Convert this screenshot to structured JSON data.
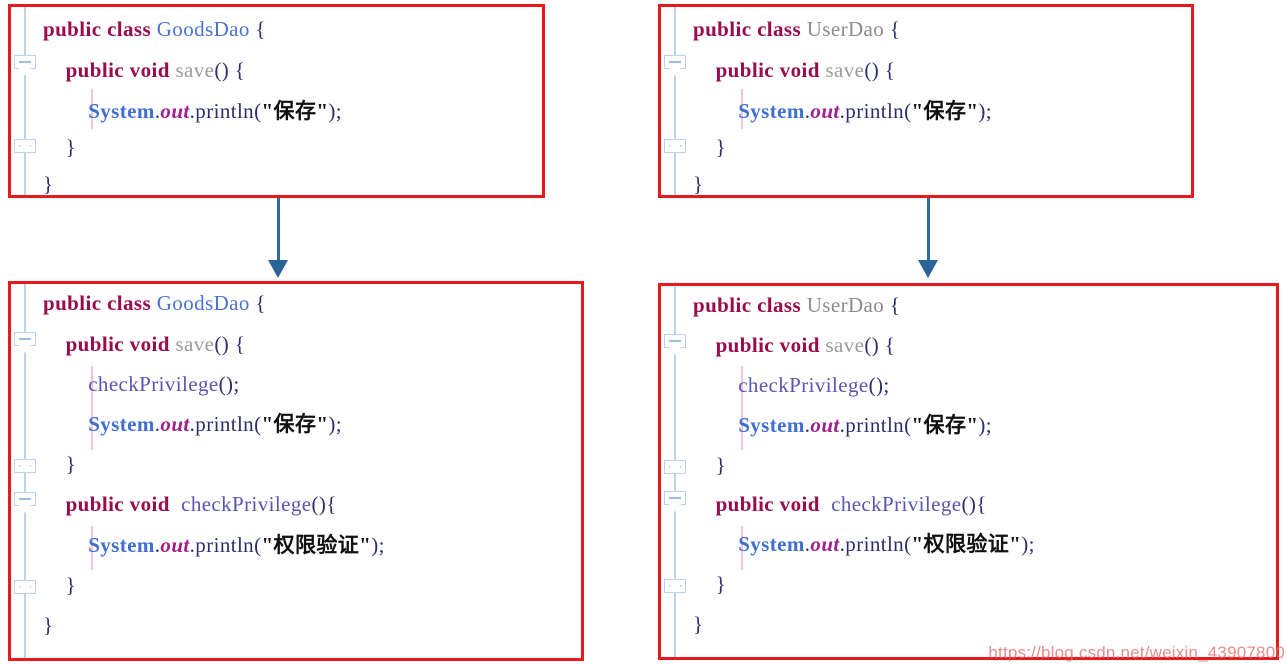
{
  "diagram": {
    "title": "Java AOP proxy refactor illustration",
    "accent_border_color": "#e8191b",
    "arrow_color": "#2a6496",
    "gutter_color": "#b9d4ea",
    "indent_guide_color": "#eec7de"
  },
  "watermark": {
    "text": "https://blog.csdn.net/weixin_43907800"
  },
  "panels": [
    {
      "id": "top-left",
      "name": "goods-dao-before",
      "class_name": "GoodsDao",
      "lines": [
        {
          "tokens": [
            {
              "t": "public class ",
              "c": "kw"
            },
            {
              "t": "GoodsDao",
              "c": "cls-b"
            },
            {
              "t": " {",
              "c": "brace"
            }
          ]
        },
        {
          "tokens": [
            {
              "t": "    public void ",
              "c": "kw"
            },
            {
              "t": "save",
              "c": "mth-g"
            },
            {
              "t": "() {",
              "c": "brace"
            }
          ]
        },
        {
          "tokens": [
            {
              "t": "        ",
              "c": "plain"
            },
            {
              "t": "System",
              "c": "sys"
            },
            {
              "t": ".",
              "c": "plain"
            },
            {
              "t": "out",
              "c": "fld"
            },
            {
              "t": ".println(",
              "c": "plain"
            },
            {
              "t": "\"保存\"",
              "c": "str"
            },
            {
              "t": ");",
              "c": "semi"
            }
          ]
        },
        {
          "tokens": [
            {
              "t": "    }",
              "c": "brace"
            }
          ]
        },
        {
          "tokens": [
            {
              "t": "}",
              "c": "brace"
            }
          ]
        }
      ]
    },
    {
      "id": "top-right",
      "name": "user-dao-before",
      "class_name": "UserDao",
      "lines": [
        {
          "tokens": [
            {
              "t": "public class ",
              "c": "kw"
            },
            {
              "t": "UserDao",
              "c": "cls-g"
            },
            {
              "t": " {",
              "c": "brace"
            }
          ]
        },
        {
          "tokens": [
            {
              "t": "    public void ",
              "c": "kw"
            },
            {
              "t": "save",
              "c": "mth-g"
            },
            {
              "t": "() {",
              "c": "brace"
            }
          ]
        },
        {
          "tokens": [
            {
              "t": "        ",
              "c": "plain"
            },
            {
              "t": "System",
              "c": "sys"
            },
            {
              "t": ".",
              "c": "plain"
            },
            {
              "t": "out",
              "c": "fld"
            },
            {
              "t": ".println(",
              "c": "plain"
            },
            {
              "t": "\"保存\"",
              "c": "str"
            },
            {
              "t": ");",
              "c": "semi"
            }
          ]
        },
        {
          "tokens": [
            {
              "t": "    }",
              "c": "brace"
            }
          ]
        },
        {
          "tokens": [
            {
              "t": "}",
              "c": "brace"
            }
          ]
        }
      ]
    },
    {
      "id": "bottom-left",
      "name": "goods-dao-after",
      "class_name": "GoodsDao",
      "lines": [
        {
          "tokens": [
            {
              "t": "public class ",
              "c": "kw"
            },
            {
              "t": "GoodsDao",
              "c": "cls-b"
            },
            {
              "t": " {",
              "c": "brace"
            }
          ]
        },
        {
          "tokens": [
            {
              "t": "    public void ",
              "c": "kw"
            },
            {
              "t": "save",
              "c": "mth-g"
            },
            {
              "t": "() {",
              "c": "brace"
            }
          ]
        },
        {
          "tokens": [
            {
              "t": "        ",
              "c": "plain"
            },
            {
              "t": "checkPrivilege",
              "c": "mth-p"
            },
            {
              "t": "();",
              "c": "plain"
            }
          ]
        },
        {
          "tokens": [
            {
              "t": "        ",
              "c": "plain"
            },
            {
              "t": "System",
              "c": "sys"
            },
            {
              "t": ".",
              "c": "plain"
            },
            {
              "t": "out",
              "c": "fld"
            },
            {
              "t": ".println(",
              "c": "plain"
            },
            {
              "t": "\"保存\"",
              "c": "str"
            },
            {
              "t": ");",
              "c": "semi"
            }
          ]
        },
        {
          "tokens": [
            {
              "t": "    }",
              "c": "brace"
            }
          ]
        },
        {
          "tokens": [
            {
              "t": "    public void  ",
              "c": "kw"
            },
            {
              "t": "checkPrivilege",
              "c": "mth-p"
            },
            {
              "t": "(){",
              "c": "brace"
            }
          ]
        },
        {
          "tokens": [
            {
              "t": "        ",
              "c": "plain"
            },
            {
              "t": "System",
              "c": "sys"
            },
            {
              "t": ".",
              "c": "plain"
            },
            {
              "t": "out",
              "c": "fld"
            },
            {
              "t": ".println(",
              "c": "plain"
            },
            {
              "t": "\"权限验证\"",
              "c": "str"
            },
            {
              "t": ");",
              "c": "semi"
            }
          ]
        },
        {
          "tokens": [
            {
              "t": "    }",
              "c": "brace"
            }
          ]
        },
        {
          "tokens": [
            {
              "t": "}",
              "c": "brace"
            }
          ]
        }
      ]
    },
    {
      "id": "bottom-right",
      "name": "user-dao-after",
      "class_name": "UserDao",
      "lines": [
        {
          "tokens": [
            {
              "t": "public class ",
              "c": "kw"
            },
            {
              "t": "UserDao",
              "c": "cls-g"
            },
            {
              "t": " {",
              "c": "brace"
            }
          ]
        },
        {
          "tokens": [
            {
              "t": "    public void ",
              "c": "kw"
            },
            {
              "t": "save",
              "c": "mth-g"
            },
            {
              "t": "() {",
              "c": "brace"
            }
          ]
        },
        {
          "tokens": [
            {
              "t": "        ",
              "c": "plain"
            },
            {
              "t": "checkPrivilege",
              "c": "mth-p"
            },
            {
              "t": "();",
              "c": "plain"
            }
          ]
        },
        {
          "tokens": [
            {
              "t": "        ",
              "c": "plain"
            },
            {
              "t": "System",
              "c": "sys"
            },
            {
              "t": ".",
              "c": "plain"
            },
            {
              "t": "out",
              "c": "fld"
            },
            {
              "t": ".println(",
              "c": "plain"
            },
            {
              "t": "\"保存\"",
              "c": "str"
            },
            {
              "t": ");",
              "c": "semi"
            }
          ]
        },
        {
          "tokens": [
            {
              "t": "    }",
              "c": "brace"
            }
          ]
        },
        {
          "tokens": [
            {
              "t": "    public void  ",
              "c": "kw"
            },
            {
              "t": "checkPrivilege",
              "c": "mth-p"
            },
            {
              "t": "(){",
              "c": "brace"
            }
          ]
        },
        {
          "tokens": [
            {
              "t": "        ",
              "c": "plain"
            },
            {
              "t": "System",
              "c": "sys"
            },
            {
              "t": ".",
              "c": "plain"
            },
            {
              "t": "out",
              "c": "fld"
            },
            {
              "t": ".println(",
              "c": "plain"
            },
            {
              "t": "\"权限验证\"",
              "c": "str"
            },
            {
              "t": ");",
              "c": "semi"
            }
          ]
        },
        {
          "tokens": [
            {
              "t": "    }",
              "c": "brace"
            }
          ]
        },
        {
          "tokens": [
            {
              "t": "}",
              "c": "brace"
            }
          ]
        }
      ]
    }
  ],
  "arrows": [
    {
      "name": "arrow-goods-dao",
      "from": "top-left",
      "to": "bottom-left"
    },
    {
      "name": "arrow-user-dao",
      "from": "top-right",
      "to": "bottom-right"
    }
  ]
}
